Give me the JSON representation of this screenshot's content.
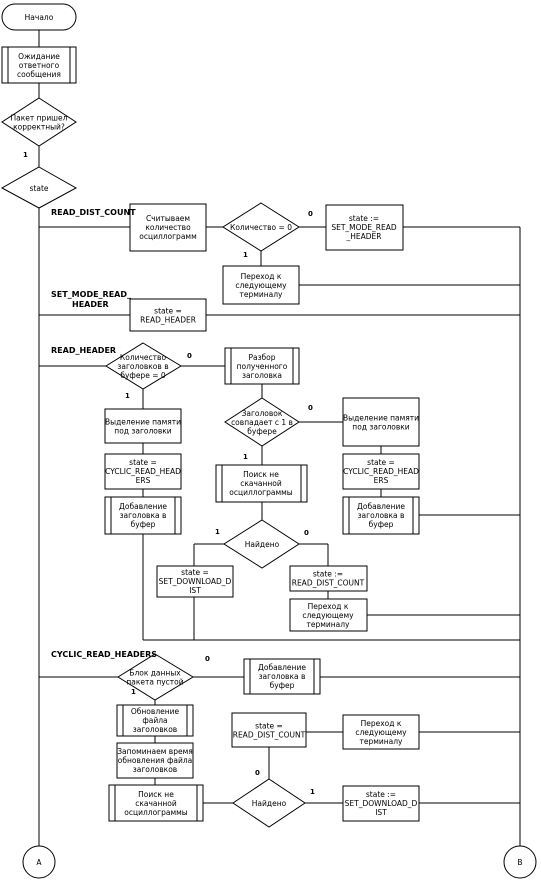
{
  "nodes": {
    "start": [
      "Начало"
    ],
    "wait": [
      "Ожидание",
      "ответного",
      "сообщения"
    ],
    "packet_ok": [
      "Пакет пришел",
      "корректный?"
    ],
    "state": [
      "state"
    ],
    "read_count": [
      "Считываем",
      "количество",
      "осциллограмм"
    ],
    "count_zero": [
      "Количество = 0"
    ],
    "st_set_mode": [
      "state :=",
      "SET_MODE_READ",
      "_HEADER"
    ],
    "next_term_1": [
      "Переход к",
      "следующему",
      "терминалу"
    ],
    "st_read_header": [
      "state =",
      "READ_HEADER"
    ],
    "hdr_count_zero": [
      "Количество",
      "заголовков в",
      "буфере = 0"
    ],
    "parse_hdr": [
      "Разбор",
      "полученного",
      "заголовка"
    ],
    "alloc_left": [
      "Выделение памяти",
      "под заголовки"
    ],
    "hdr_match": [
      "Заголовок",
      "совпадает с 1 в",
      "буфере"
    ],
    "alloc_right": [
      "Выделение памяти",
      "под заголовки"
    ],
    "st_cyclic_left": [
      "state =",
      "CYCLIC_READ_HEAD",
      "ERS"
    ],
    "search_dl_1": [
      "Поиск не",
      "скачанной",
      "осциллограммы"
    ],
    "st_cyclic_right": [
      "state =",
      "CYCLIC_READ_HEAD",
      "ERS"
    ],
    "add_hdr_left": [
      "Добавление",
      "заголовка в",
      "буфер"
    ],
    "add_hdr_right": [
      "Добавление",
      "заголовка в",
      "буфер"
    ],
    "found_1": [
      "Найдено"
    ],
    "st_set_dl_1": [
      "state =",
      "SET_DOWNLOAD_D",
      "IST"
    ],
    "st_read_dist_1": [
      "state :=",
      "READ_DIST_COUNT"
    ],
    "next_term_2": [
      "Переход к",
      "следующему",
      "терминалу"
    ],
    "block_empty": [
      "Блок данных",
      "пакета пустой"
    ],
    "add_hdr_3": [
      "Добавление",
      "заголовка в",
      "буфер"
    ],
    "update_file": [
      "Обновление",
      "файла",
      "заголовков"
    ],
    "st_read_dist_2": [
      "state =",
      "READ_DIST_COUNT"
    ],
    "next_term_3": [
      "Переход к",
      "следующему",
      "терминалу"
    ],
    "remember_time": [
      "Запоминаем время",
      "обновления файла",
      "заголовков"
    ],
    "search_dl_2": [
      "Поиск не",
      "скачанной",
      "осциллограммы"
    ],
    "found_2": [
      "Найдено"
    ],
    "st_set_dl_2": [
      "state :=",
      "SET_DOWNLOAD_D",
      "IST"
    ],
    "conn_a": [
      "A"
    ],
    "conn_b": [
      "B"
    ]
  },
  "branches": {
    "read_dist_count": "READ_DIST_COUNT",
    "set_mode_1": "SET_MODE_READ_",
    "set_mode_2": "HEADER",
    "read_header": "READ_HEADER",
    "cyclic": "CYCLIC_READ_HEADERS"
  },
  "edge_labels": {
    "packet_yes": "1",
    "count_no": "0",
    "count_yes": "1",
    "hdr_count_no": "0",
    "hdr_count_yes": "1",
    "match_no": "0",
    "match_yes": "1",
    "found1_yes": "1",
    "found1_no": "0",
    "empty_no": "0",
    "empty_yes": "1",
    "found2_no": "0",
    "found2_yes": "1"
  }
}
